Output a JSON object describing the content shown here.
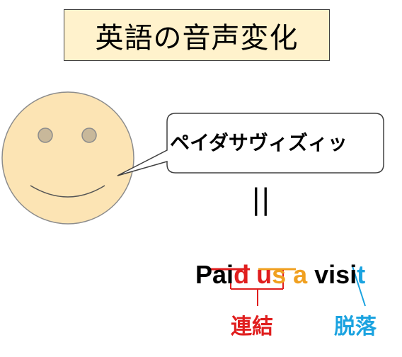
{
  "title": "英語の音声変化",
  "speech_bubble": {
    "text": "ペイダサヴィズィッ"
  },
  "equals_sign": "||",
  "phrase": {
    "segments": [
      {
        "text": "Pai",
        "color": "black"
      },
      {
        "text": "d",
        "color": "red"
      },
      {
        "text": " ",
        "color": "black"
      },
      {
        "text": "u",
        "color": "red"
      },
      {
        "text": "s",
        "color": "orange"
      },
      {
        "text": " ",
        "color": "black"
      },
      {
        "text": "a",
        "color": "orange"
      },
      {
        "text": " visi",
        "color": "black"
      },
      {
        "text": "t",
        "color": "blue"
      }
    ]
  },
  "labels": {
    "linking": "連結",
    "dropping": "脱落"
  },
  "colors": {
    "title_bg": "#fff2cc",
    "face": "#fce4b4",
    "eyes": "#c8b89a",
    "red": "#e01e1e",
    "orange": "#f0a020",
    "blue": "#1ba3e0"
  }
}
